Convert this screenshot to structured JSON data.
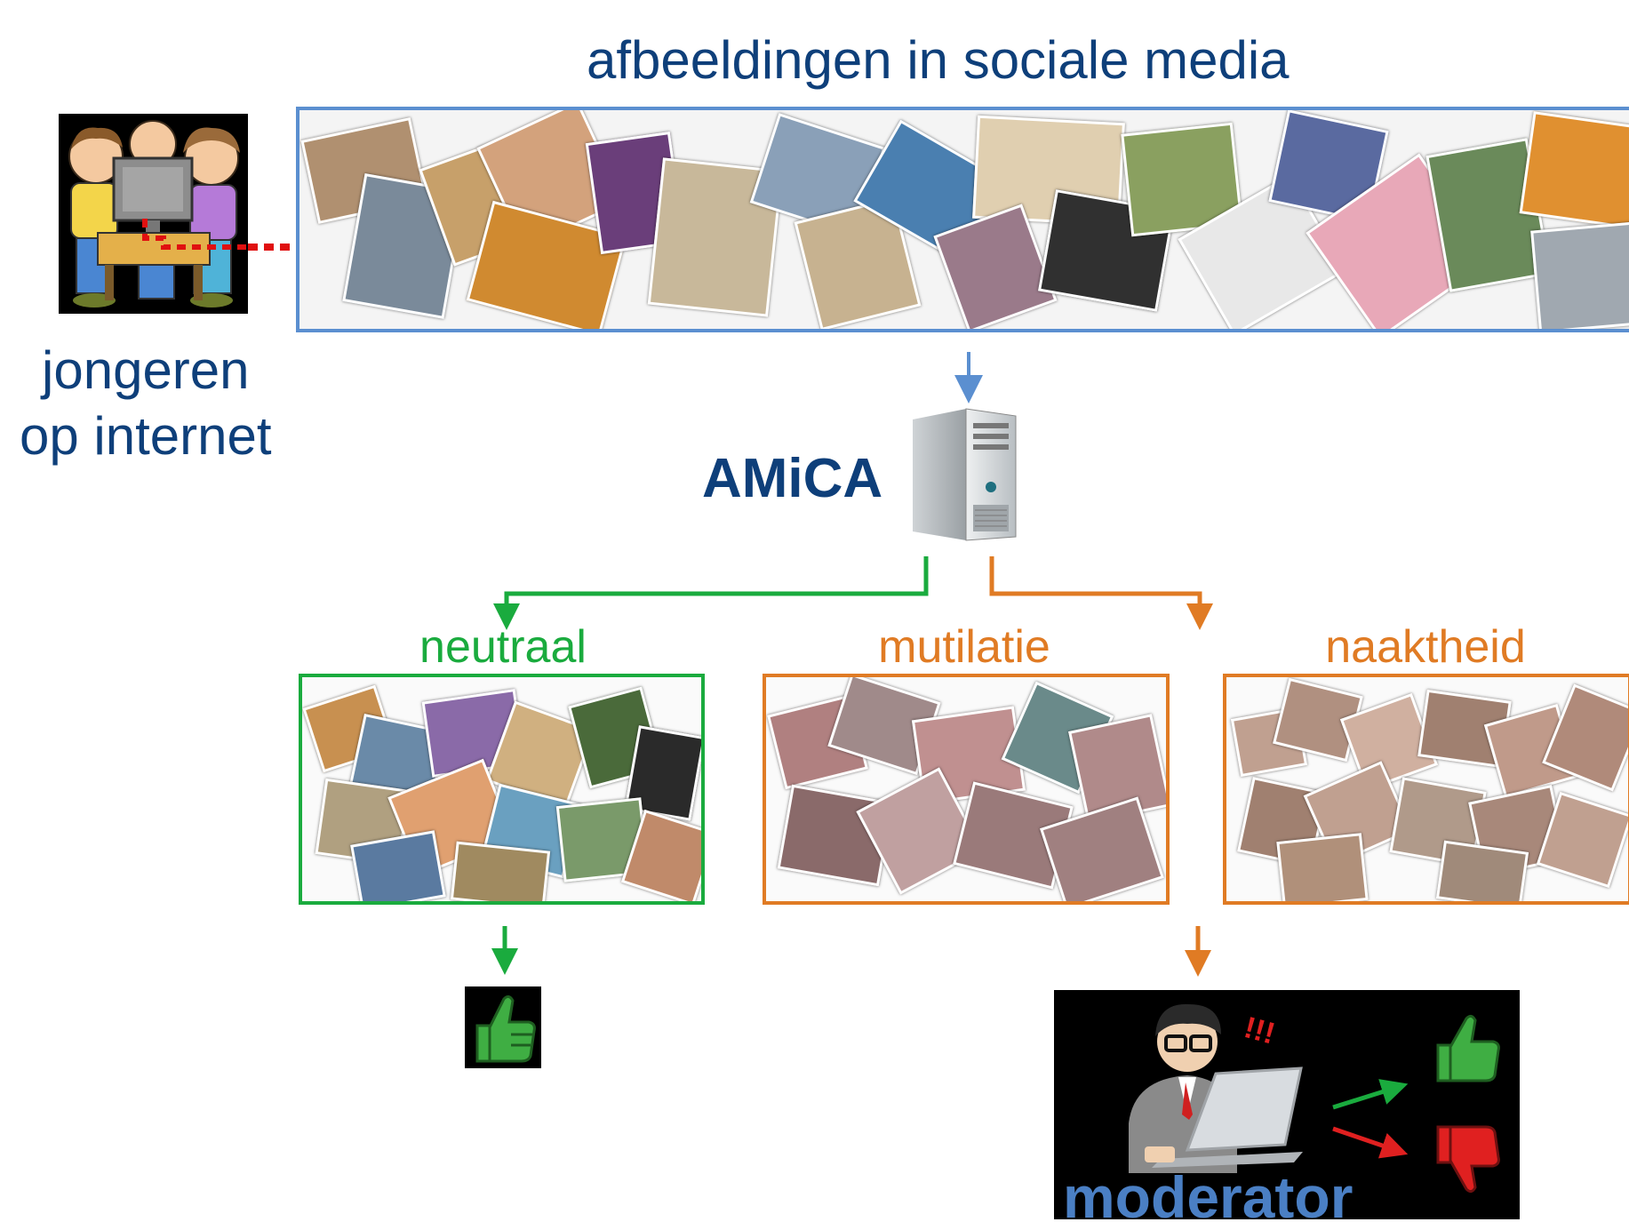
{
  "title": "afbeeldingen in sociale media",
  "users_label": [
    "jongeren",
    "op internet"
  ],
  "system_name": "AMiCA",
  "categories": {
    "neutral": "neutraal",
    "mutilation": "mutilatie",
    "nudity": "naaktheid"
  },
  "moderator_label": "moderator",
  "colors": {
    "title_blue": "#0e3f7a",
    "social_border": "#5b8fd0",
    "neutral_green": "#1aab3e",
    "alert_orange": "#e07b24",
    "dashed_red": "#e01010",
    "moderator_text": "#4a7fc4"
  },
  "icons": {
    "users": "kids-at-computer-icon",
    "server": "server-tower-icon",
    "approve": "thumbs-up-icon",
    "reject": "thumbs-down-icon",
    "moderator": "moderator-at-laptop-icon"
  }
}
